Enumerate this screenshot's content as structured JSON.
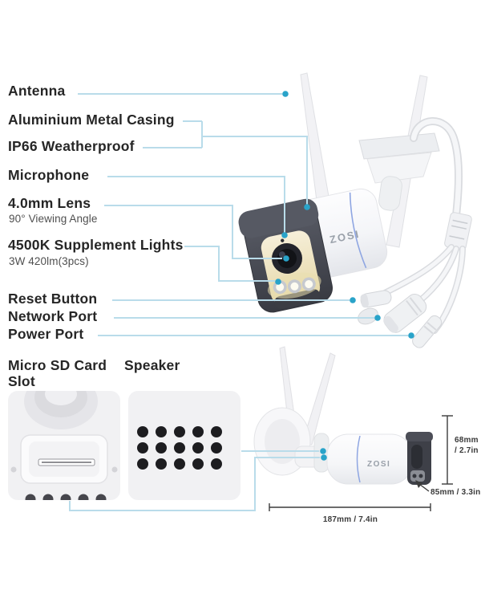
{
  "brand": {
    "logo": "ZOSI"
  },
  "callouts": {
    "antenna": {
      "label": "Antenna"
    },
    "casing": {
      "label": "Aluminium Metal Casing"
    },
    "weatherproof": {
      "label": "IP66 Weatherproof"
    },
    "microphone": {
      "label": "Microphone"
    },
    "lens": {
      "label": "4.0mm Lens",
      "sub": "90° Viewing Angle"
    },
    "lights": {
      "label": "4500K Supplement Lights",
      "sub": "3W 420lm(3pcs)"
    },
    "reset": {
      "label": "Reset Button"
    },
    "network": {
      "label": "Network Port"
    },
    "power": {
      "label": "Power Port"
    },
    "sd_slot": {
      "label": "Micro SD Card Slot"
    },
    "speaker": {
      "label": "Speaker"
    }
  },
  "dimensions": {
    "height_mm": "68mm",
    "height_in": "/ 2.7in",
    "depth": "85mm / 3.3in",
    "length": "187mm / 7.4in"
  },
  "colors": {
    "callout_line": "#b9dcea",
    "callout_dot": "#29a3c9",
    "label_text": "#262626",
    "sub_text": "#4f4f4f",
    "dimension_text": "#3a3a3a",
    "lens_seam_blue": "#8fa6e2"
  }
}
